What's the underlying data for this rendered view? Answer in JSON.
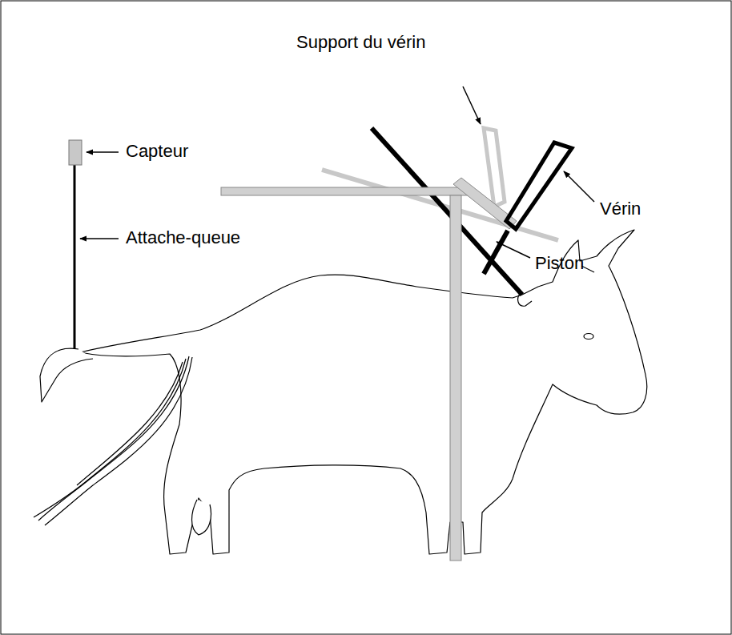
{
  "diagram": {
    "labels": [
      "Support du vérin",
      "Capteur",
      "Vérin",
      "Attache-queue",
      "Piston"
    ]
  }
}
